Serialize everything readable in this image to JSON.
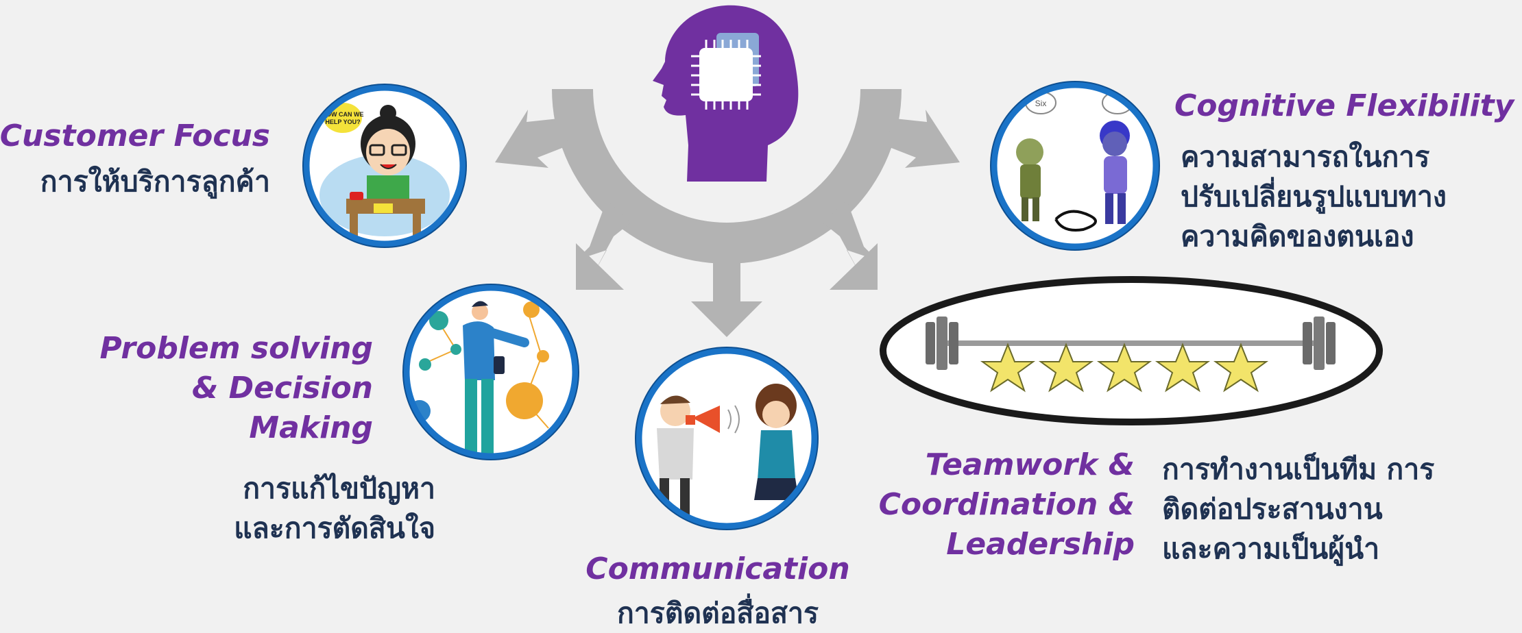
{
  "colors": {
    "background": "#f1f1f1",
    "heading": "#7030a0",
    "body_text": "#1f3252",
    "gear": "#b3b3b3",
    "head": "#7030a0",
    "ring": "#1a73c7"
  },
  "center_graphic": {
    "head_icon": "head-with-chip-icon",
    "gear_icon": "gear-arrows-icon"
  },
  "skills": [
    {
      "title": "Customer Focus",
      "thai": "การให้บริการลูกค้า",
      "illustration": "customer-service-icon",
      "speech": "HOW CAN WE HELP YOU?"
    },
    {
      "title": "Cognitive Flexibility",
      "thai": "ความสามารถในการ\nปรับเปลี่ยนรูปแบบทาง\nความคิดของตนเอง",
      "illustration": "two-people-viewpoint-icon",
      "speech": "Six"
    },
    {
      "title": "Problem solving\n& Decision\nMaking",
      "thai": "การแก้ไขปัญหา\nและการตัดสินใจ",
      "illustration": "person-network-icon"
    },
    {
      "title": "Communication",
      "thai": "การติดต่อสื่อสาร",
      "illustration": "megaphone-people-icon"
    },
    {
      "title": "Teamwork &\nCoordination &\nLeadership",
      "thai": "การทำงานเป็นทีม การ\nติดต่อประสานงาน\nและความเป็นผู้นำ",
      "illustration": "stars-lifting-barbell-icon"
    }
  ]
}
